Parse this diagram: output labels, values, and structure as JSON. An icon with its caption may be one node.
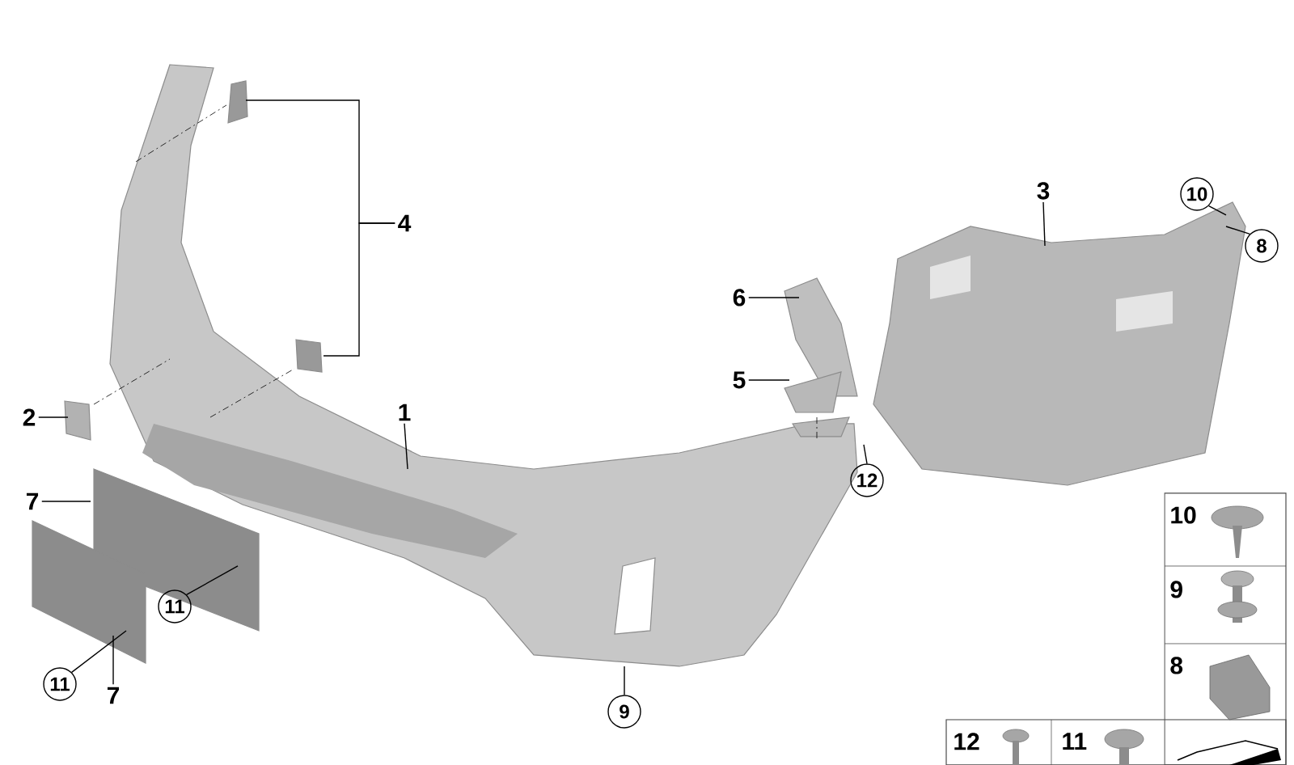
{
  "diagram": {
    "nodes": [
      {
        "text": [
          "1"
        ]
      },
      {
        "text": [
          "2"
        ]
      },
      {
        "text": [
          "3"
        ]
      },
      {
        "text": [
          "4"
        ]
      },
      {
        "text": [
          "5"
        ]
      },
      {
        "text": [
          "6"
        ]
      },
      {
        "text": [
          "7"
        ]
      },
      {
        "text": [
          "7"
        ]
      },
      {
        "text": [
          "8"
        ]
      },
      {
        "text": [
          "9"
        ]
      },
      {
        "text": [
          "10"
        ]
      },
      {
        "text": [
          "11"
        ]
      },
      {
        "text": [
          "11"
        ]
      },
      {
        "text": [
          "12"
        ]
      }
    ],
    "edges": [
      {
        "from": 0,
        "to": null,
        "arrow": "none"
      },
      {
        "from": 1,
        "to": null,
        "arrow": "none"
      },
      {
        "from": 2,
        "to": null,
        "arrow": "none"
      },
      {
        "from": 3,
        "to": null,
        "arrow": "none"
      },
      {
        "from": 3,
        "to": null,
        "arrow": "none"
      },
      {
        "from": 4,
        "to": null,
        "arrow": "none"
      },
      {
        "from": 5,
        "to": null,
        "arrow": "none"
      },
      {
        "from": 6,
        "to": null,
        "arrow": "none"
      },
      {
        "from": 7,
        "to": null,
        "arrow": "none"
      },
      {
        "from": 8,
        "to": null,
        "arrow": "none"
      },
      {
        "from": 9,
        "to": null,
        "arrow": "none"
      },
      {
        "from": 10,
        "to": null,
        "arrow": "none"
      },
      {
        "from": 11,
        "to": null,
        "arrow": "none"
      },
      {
        "from": 12,
        "to": null,
        "arrow": "none"
      },
      {
        "from": 13,
        "to": null,
        "arrow": "none"
      }
    ],
    "labels": [
      "10",
      "9",
      "8",
      "12",
      "11"
    ]
  }
}
